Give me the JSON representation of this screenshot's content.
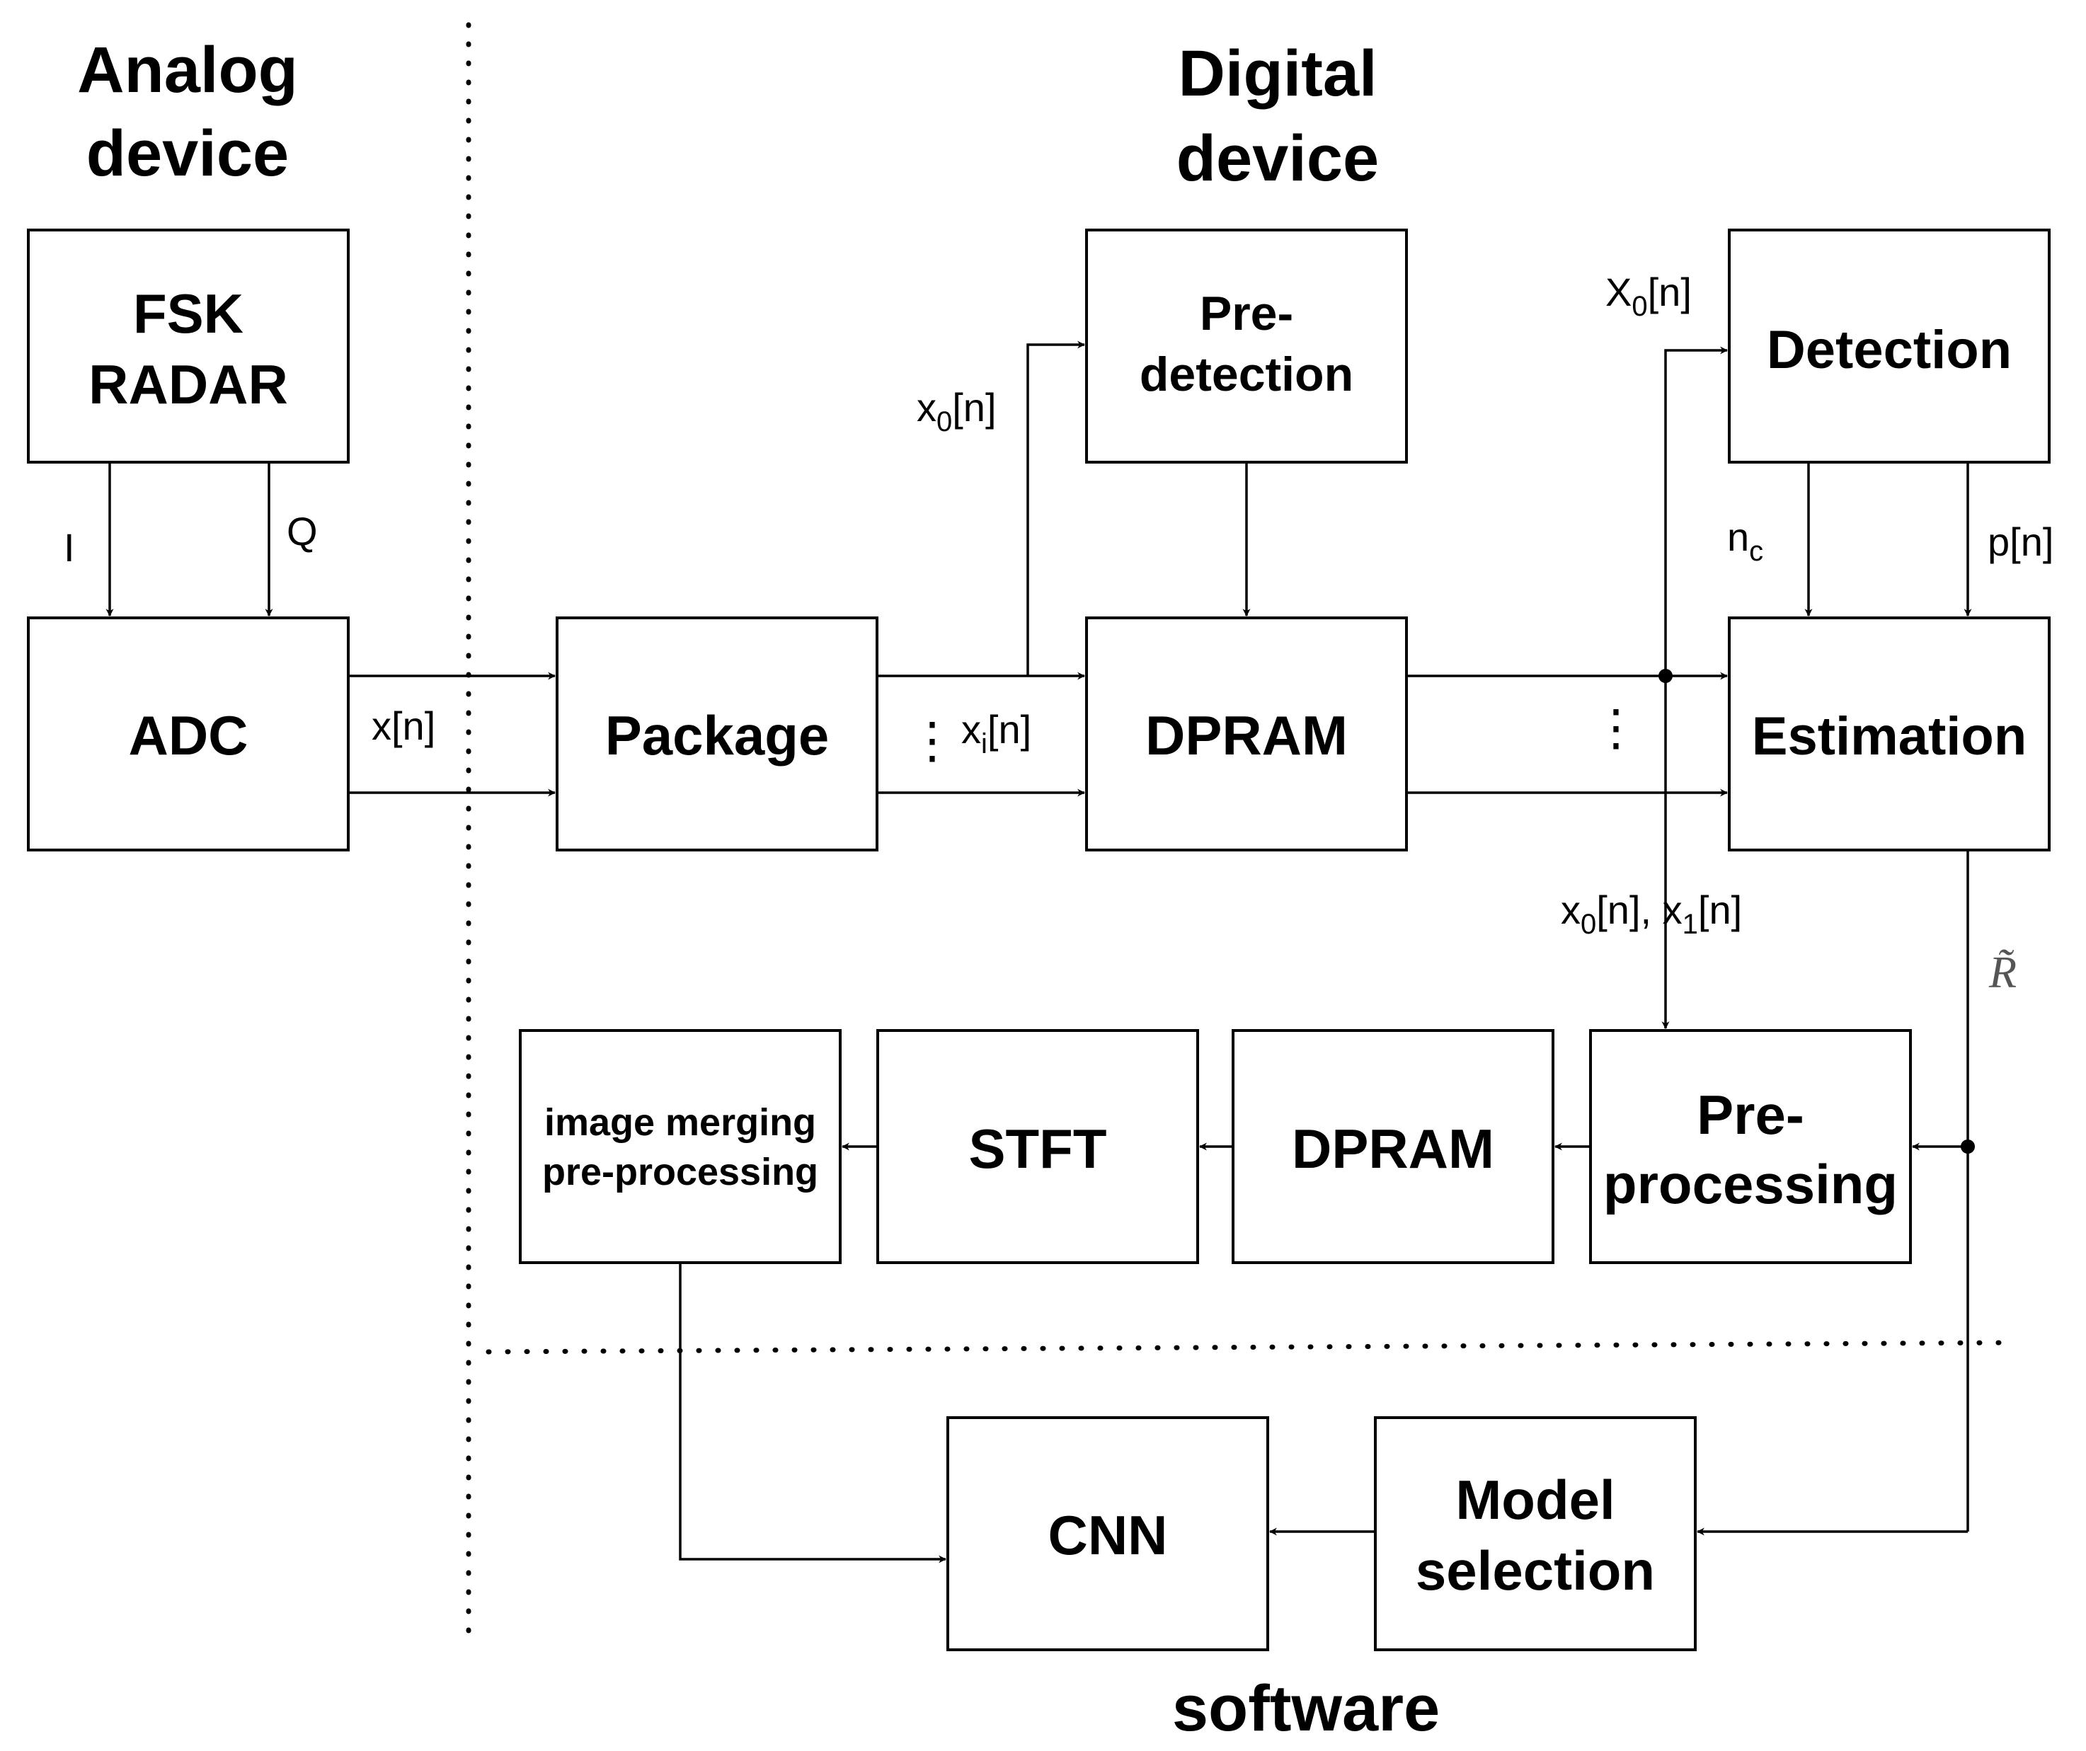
{
  "sections": {
    "analog": [
      "Analog",
      "device"
    ],
    "digital": [
      "Digital",
      "device"
    ],
    "software": "software"
  },
  "blocks": {
    "fsk_radar": [
      "FSK",
      "RADAR"
    ],
    "adc": "ADC",
    "package": "Package",
    "pre_detection": [
      "Pre-",
      "detection"
    ],
    "dpram_top": "DPRAM",
    "detection": "Detection",
    "estimation": "Estimation",
    "image_merging": [
      "image merging",
      "pre-processing"
    ],
    "stft": "STFT",
    "dpram_bottom": "DPRAM",
    "pre_processing": [
      "Pre-",
      "processing"
    ],
    "cnn": "CNN",
    "model_selection": [
      "Model",
      "selection"
    ]
  },
  "signals": {
    "i": "I",
    "q": "Q",
    "xn": "x[n]",
    "x0_main": "x",
    "x0_sub": "0",
    "x0_tail": "[n]",
    "xi_main": "x",
    "xi_sub": "i",
    "xi_tail": "[n]",
    "X0_main": "X",
    "X0_sub": "0",
    "X0_tail": "[n]",
    "nc_main": "n",
    "nc_sub": "c",
    "pn": "p[n]",
    "x0x1_a": "x",
    "x0x1_sub0": "0",
    "x0x1_b": "[n], x",
    "x0x1_sub1": "1",
    "x0x1_c": "[n]",
    "r_tilde": "R̃",
    "vdots": "⋮"
  }
}
